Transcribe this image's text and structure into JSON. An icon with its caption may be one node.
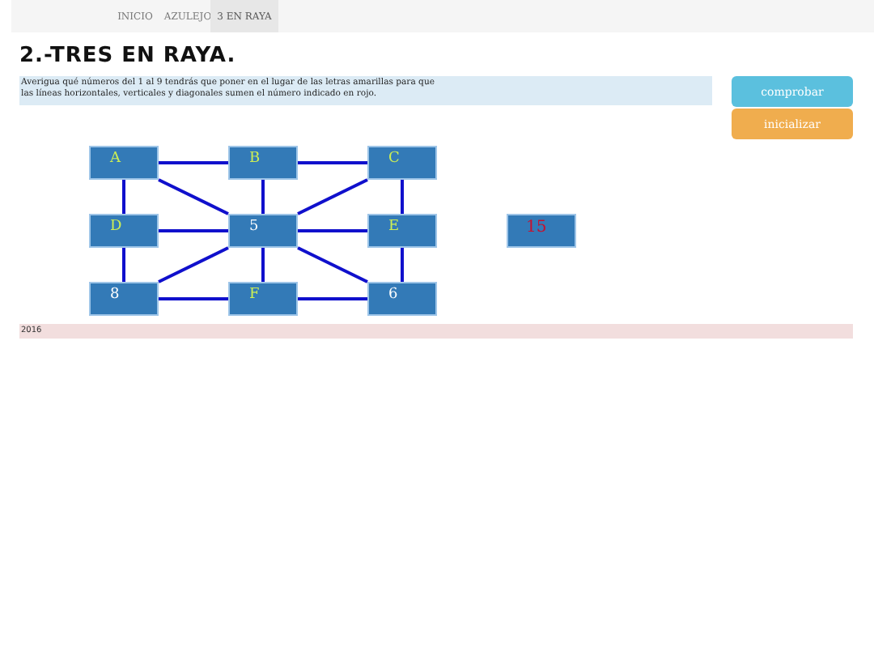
{
  "diagram": {
    "title": "2.-TRES EN RAYA.",
    "nodes": [
      {
        "text": [
          "A"
        ]
      },
      {
        "text": [
          "B"
        ]
      },
      {
        "text": [
          "C"
        ]
      },
      {
        "text": [
          "D"
        ]
      },
      {
        "text": [
          "5"
        ]
      },
      {
        "text": [
          "E"
        ]
      },
      {
        "text": [
          "15"
        ]
      },
      {
        "text": [
          "8"
        ]
      },
      {
        "text": [
          "F"
        ]
      },
      {
        "text": [
          "6"
        ]
      }
    ],
    "edges": [
      {
        "from": 0,
        "to": 1,
        "arrow": "none"
      },
      {
        "from": 1,
        "to": 2,
        "arrow": "none"
      },
      {
        "from": 0,
        "to": 3,
        "arrow": "none"
      },
      {
        "from": 0,
        "to": 4,
        "arrow": "none"
      },
      {
        "from": 1,
        "to": 4,
        "arrow": "none"
      },
      {
        "from": 2,
        "to": 4,
        "arrow": "none"
      },
      {
        "from": 2,
        "to": 5,
        "arrow": "none"
      },
      {
        "from": 3,
        "to": 4,
        "arrow": "none"
      },
      {
        "from": 4,
        "to": 5,
        "arrow": "none"
      },
      {
        "from": 3,
        "to": 7,
        "arrow": "none"
      },
      {
        "from": 7,
        "to": 4,
        "arrow": "none"
      },
      {
        "from": 4,
        "to": 8,
        "arrow": "none"
      },
      {
        "from": 4,
        "to": 9,
        "arrow": "none"
      },
      {
        "from": 5,
        "to": 9,
        "arrow": "none"
      },
      {
        "from": 7,
        "to": 8,
        "arrow": "none"
      },
      {
        "from": 8,
        "to": 9,
        "arrow": "none"
      }
    ],
    "labels": [
      "INICIO",
      "AZULEJO",
      "3 EN RAYA",
      "Averigua qué números del 1 al 9 tendrás que poner en el lugar de las letras amarillas para que las líneas horizontales, verticales y diagonales sumen el número indicado en rojo.",
      "comprobar",
      "inicializar",
      "2016"
    ]
  }
}
